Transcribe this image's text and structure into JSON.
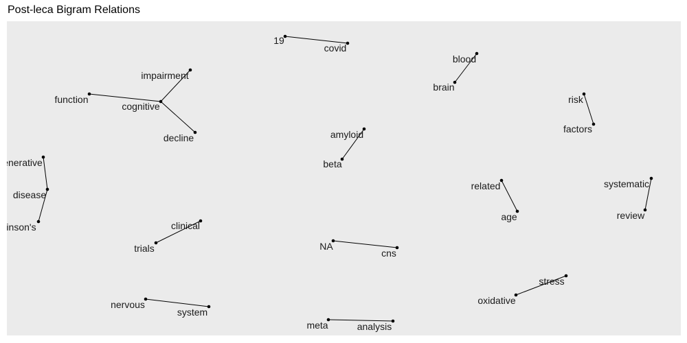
{
  "chart_data": {
    "type": "network",
    "title": "Post-leca Bigram Relations",
    "nodes": [
      {
        "id": "19",
        "label": "19"
      },
      {
        "id": "covid",
        "label": "covid"
      },
      {
        "id": "blood",
        "label": "blood"
      },
      {
        "id": "brain",
        "label": "brain"
      },
      {
        "id": "impairment",
        "label": "impairment"
      },
      {
        "id": "function",
        "label": "function"
      },
      {
        "id": "cognitive",
        "label": "cognitive"
      },
      {
        "id": "decline",
        "label": "decline"
      },
      {
        "id": "risk",
        "label": "risk"
      },
      {
        "id": "factors",
        "label": "factors"
      },
      {
        "id": "amyloid",
        "label": "amyloid"
      },
      {
        "id": "beta",
        "label": "beta"
      },
      {
        "id": "neurodegenerative",
        "label": "enerative"
      },
      {
        "id": "disease",
        "label": "disease"
      },
      {
        "id": "parkinsons",
        "label": "inson's"
      },
      {
        "id": "related",
        "label": "related"
      },
      {
        "id": "age",
        "label": "age"
      },
      {
        "id": "systematic",
        "label": "systematic"
      },
      {
        "id": "review",
        "label": "review"
      },
      {
        "id": "clinical",
        "label": "clinical"
      },
      {
        "id": "trials",
        "label": "trials"
      },
      {
        "id": "NA",
        "label": "NA"
      },
      {
        "id": "cns",
        "label": "cns"
      },
      {
        "id": "stress",
        "label": "stress"
      },
      {
        "id": "oxidative",
        "label": "oxidative"
      },
      {
        "id": "nervous",
        "label": "nervous"
      },
      {
        "id": "system",
        "label": "system"
      },
      {
        "id": "meta",
        "label": "meta"
      },
      {
        "id": "analysis",
        "label": "analysis"
      }
    ],
    "edges": [
      [
        "19",
        "covid"
      ],
      [
        "blood",
        "brain"
      ],
      [
        "cognitive",
        "impairment"
      ],
      [
        "function",
        "cognitive"
      ],
      [
        "cognitive",
        "decline"
      ],
      [
        "risk",
        "factors"
      ],
      [
        "amyloid",
        "beta"
      ],
      [
        "neurodegenerative",
        "disease"
      ],
      [
        "parkinsons",
        "disease"
      ],
      [
        "related",
        "age"
      ],
      [
        "systematic",
        "review"
      ],
      [
        "clinical",
        "trials"
      ],
      [
        "NA",
        "cns"
      ],
      [
        "oxidative",
        "stress"
      ],
      [
        "nervous",
        "system"
      ],
      [
        "meta",
        "analysis"
      ]
    ],
    "background": "#ebebeb",
    "grid": false,
    "legend": "none"
  }
}
